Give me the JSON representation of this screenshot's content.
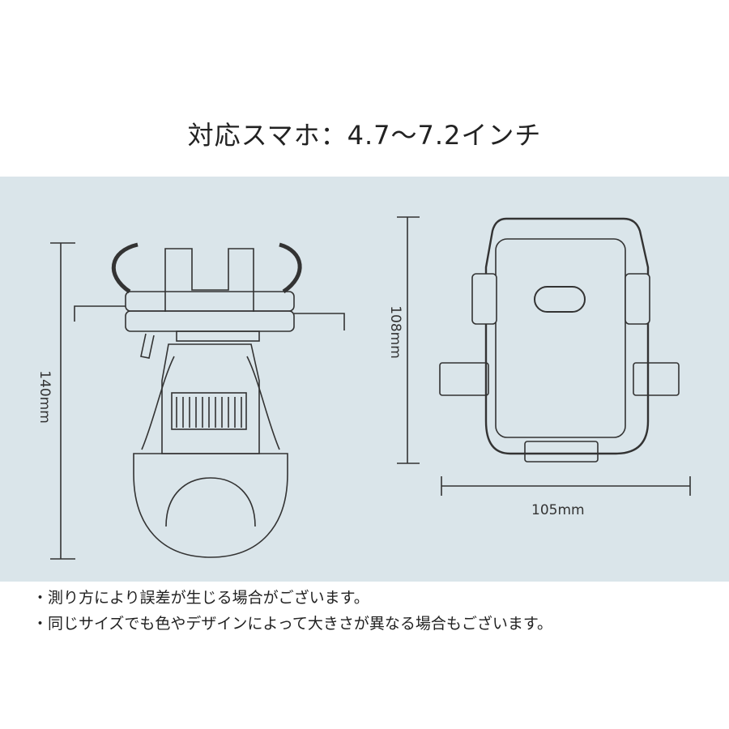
{
  "title": "対応スマホ：4.7〜7.2インチ",
  "dimensions": {
    "height_side": "140mm",
    "height_front": "108mm",
    "width_front": "105mm"
  },
  "notes": [
    "・測り方により誤差が生じる場合がございます。",
    "・同じサイズでも色やデザインによって大きさが異なる場合もございます。"
  ],
  "colors": {
    "panel": "#dae5ea",
    "line": "#333333"
  }
}
